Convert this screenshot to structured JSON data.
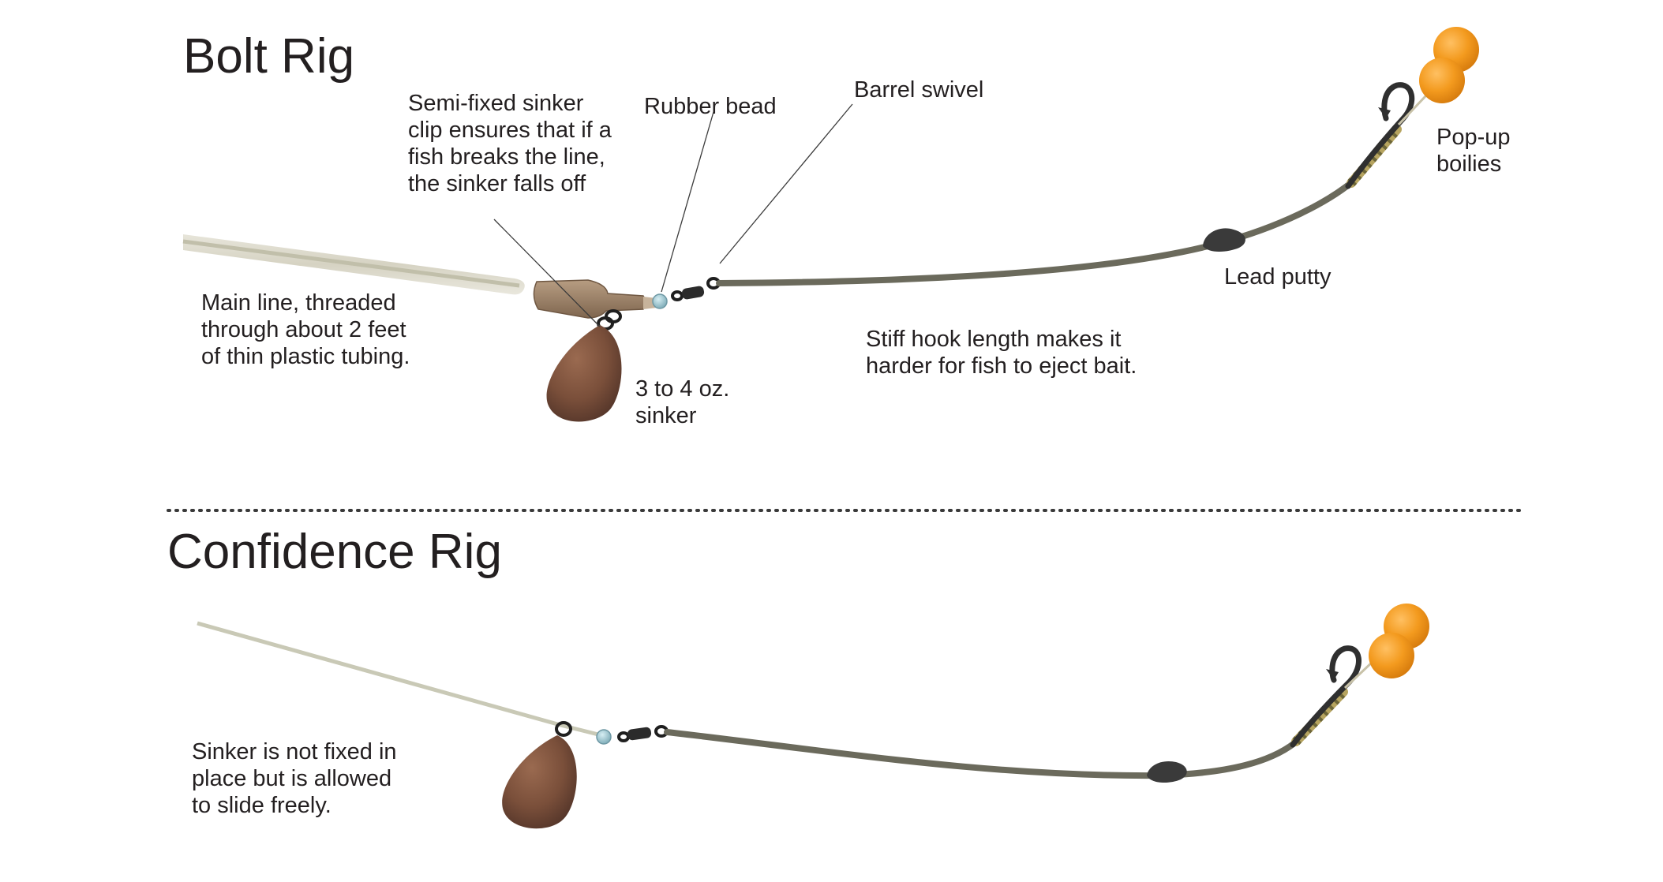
{
  "bolt_rig": {
    "title": "Bolt Rig",
    "labels": {
      "clip": [
        "Semi-fixed sinker",
        "clip ensures that if a",
        "fish breaks the line,",
        "the sinker falls off"
      ],
      "bead": "Rubber bead",
      "swivel": "Barrel swivel",
      "boilies": [
        "Pop-up",
        "boilies"
      ],
      "putty": "Lead putty",
      "main_line": [
        "Main line, threaded",
        "through about 2 feet",
        "of thin plastic tubing."
      ],
      "sinker": [
        "3 to 4 oz.",
        "sinker"
      ],
      "hook_length": [
        "Stiff hook length makes it",
        "harder for fish to eject bait."
      ]
    }
  },
  "confidence_rig": {
    "title": "Confidence Rig",
    "labels": {
      "sinker_note": [
        "Sinker is not fixed in",
        "place but is allowed",
        "to slide freely."
      ]
    }
  },
  "colors": {
    "text": "#231f20",
    "tubing": "#d9d6c8",
    "main_line": "#c9c9b6",
    "hook_length": "#6b6a5c",
    "sinker": "#7a4f3a",
    "clip": "#9a7f66",
    "bead": "#8fb7c2",
    "boilie": "#f39a1e",
    "hook": "#2f2f2f",
    "whipping": "#c3b06a",
    "separator": "#3a3a3a"
  }
}
